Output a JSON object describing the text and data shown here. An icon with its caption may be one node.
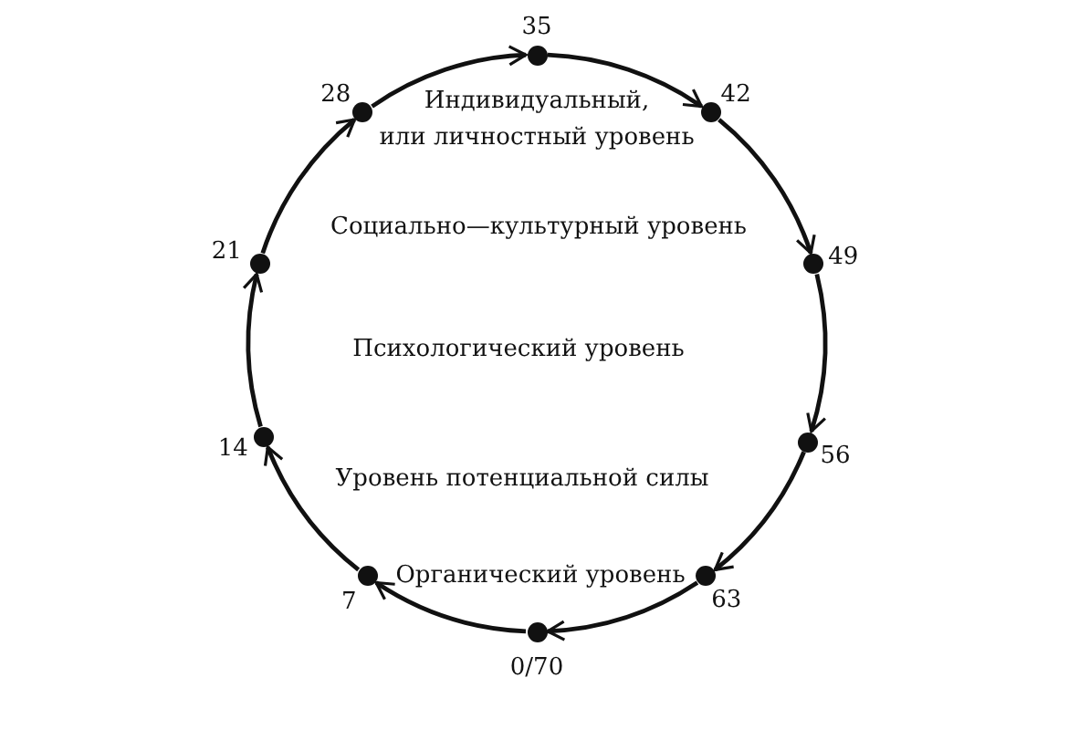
{
  "diagram": {
    "nodes": [
      {
        "text": [],
        "shape": "circle",
        "beside": [
          "0/70"
        ]
      },
      {
        "text": [],
        "shape": "circle",
        "beside": [
          "7"
        ]
      },
      {
        "text": [],
        "shape": "circle",
        "beside": [
          "14"
        ]
      },
      {
        "text": [],
        "shape": "circle",
        "beside": [
          "21"
        ]
      },
      {
        "text": [],
        "shape": "circle",
        "beside": [
          "28"
        ]
      },
      {
        "text": [],
        "shape": "circle",
        "beside": [
          "35"
        ]
      },
      {
        "text": [],
        "shape": "circle",
        "beside": [
          "42"
        ]
      },
      {
        "text": [],
        "shape": "circle",
        "beside": [
          "49"
        ]
      },
      {
        "text": [],
        "shape": "circle",
        "beside": [
          "56"
        ]
      },
      {
        "text": [],
        "shape": "circle",
        "beside": [
          "63"
        ]
      }
    ],
    "edges": [
      {
        "from": 0,
        "to": 1,
        "arrow": "to"
      },
      {
        "from": 1,
        "to": 2,
        "arrow": "to"
      },
      {
        "from": 2,
        "to": 3,
        "arrow": "to"
      },
      {
        "from": 3,
        "to": 4,
        "arrow": "to"
      },
      {
        "from": 4,
        "to": 5,
        "arrow": "to"
      },
      {
        "from": 5,
        "to": 6,
        "arrow": "to"
      },
      {
        "from": 6,
        "to": 7,
        "arrow": "to"
      },
      {
        "from": 7,
        "to": 8,
        "arrow": "to"
      },
      {
        "from": 8,
        "to": 9,
        "arrow": "to"
      },
      {
        "from": 9,
        "to": 0,
        "arrow": "to"
      }
    ],
    "labels": [
      "Индивидуальный, или личностный уровень",
      "Социально—культурный уровень",
      "Психологический уровень",
      "Уровень потенциальной силы",
      "Органический уровень"
    ]
  }
}
